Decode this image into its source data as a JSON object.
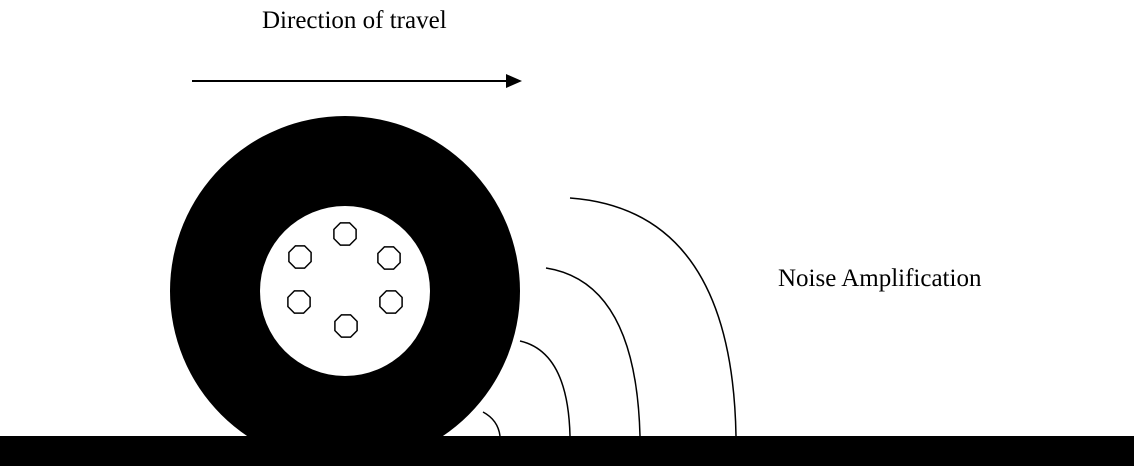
{
  "labels": {
    "direction": "Direction of travel",
    "noise": "Noise Amplification"
  },
  "colors": {
    "ink": "#000000",
    "background": "#ffffff"
  },
  "elements": {
    "wheel": "tire-with-hub",
    "hub_bolt_count": 6,
    "sound_wave_count": 4,
    "arrow": "right-arrow"
  }
}
